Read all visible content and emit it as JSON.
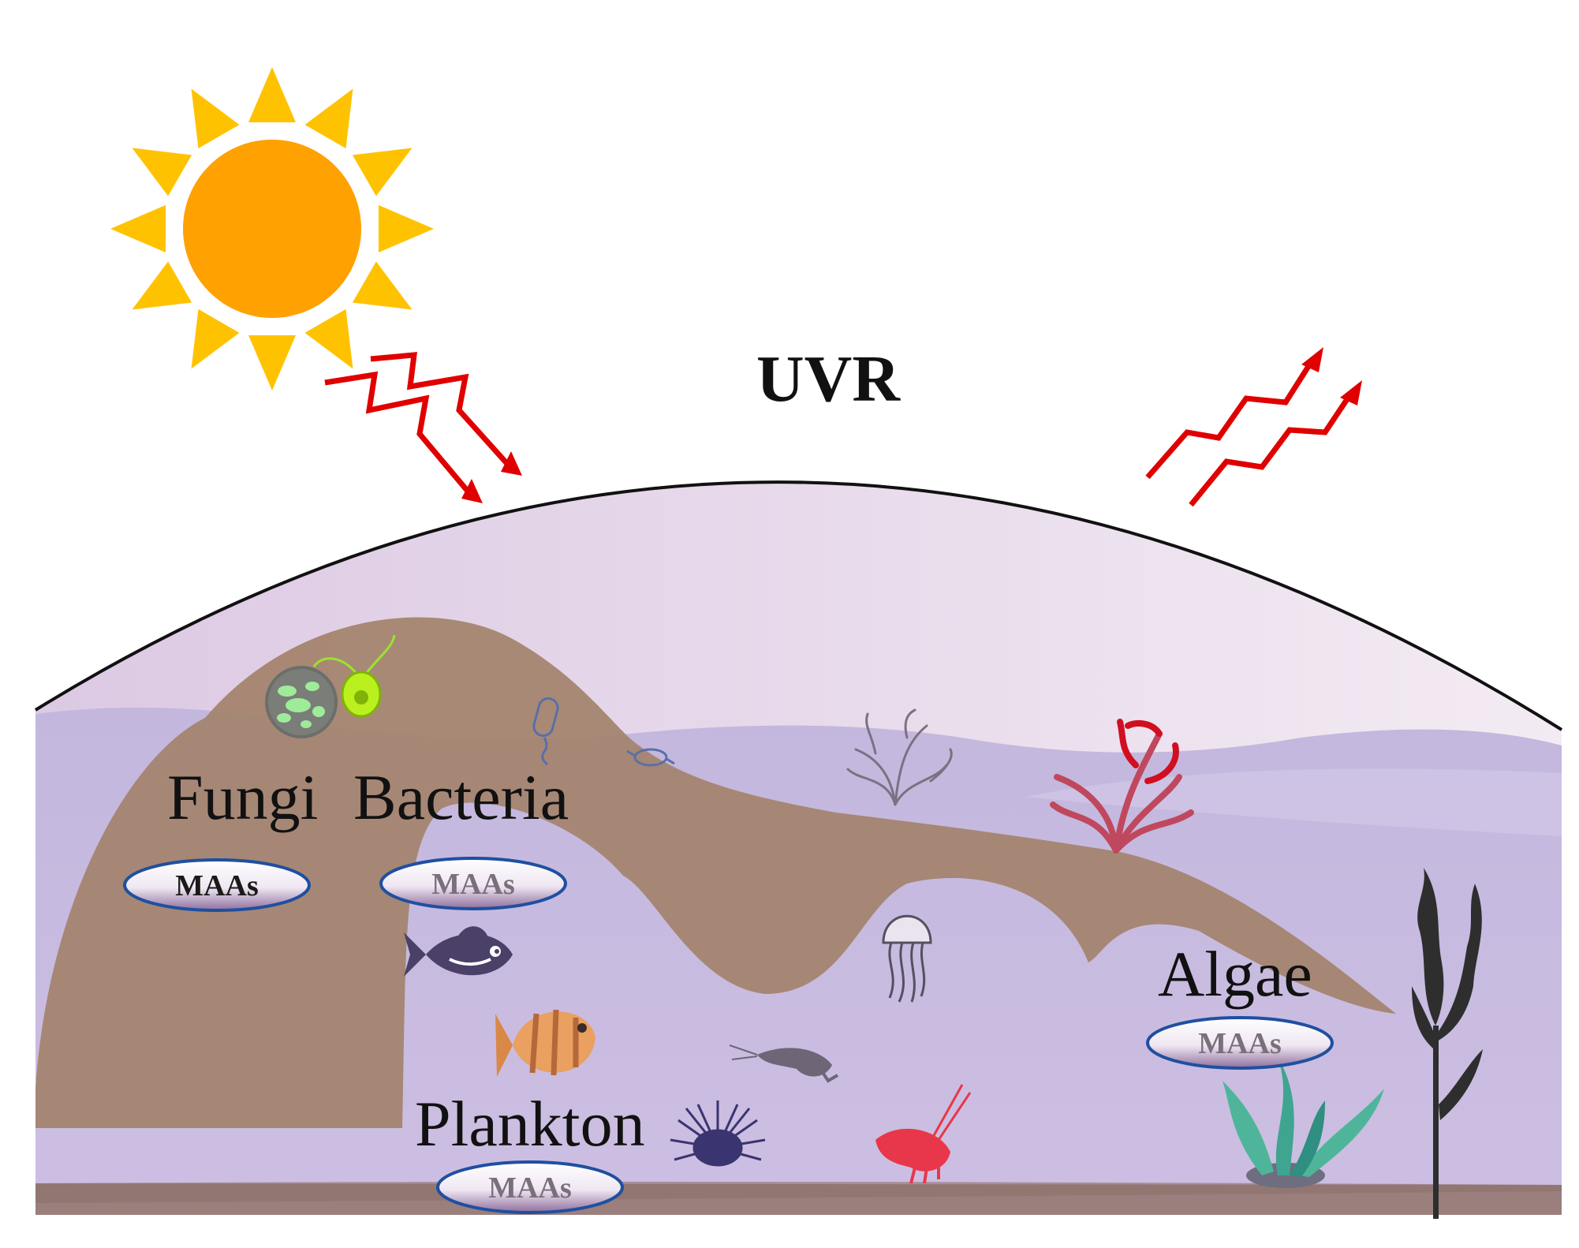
{
  "title": "UVR",
  "groups": [
    {
      "id": "fungi",
      "label": "Fungi",
      "badge": "MAAs"
    },
    {
      "id": "bacteria",
      "label": "Bacteria",
      "badge": "MAAs"
    },
    {
      "id": "algae",
      "label": "Algae",
      "badge": "MAAs"
    },
    {
      "id": "plankton",
      "label": "Plankton",
      "badge": "MAAs"
    }
  ],
  "colors": {
    "sun_core": "#FFA100",
    "sun_rays": "#FFC200",
    "uv_arrows": "#E00000",
    "sky_tint": "#EADDEC",
    "water": "#C9BDE0",
    "seabed": "#9A7F7C",
    "mountain": "#A3826B",
    "badge_border": "#1F4FA0"
  },
  "icons": [
    "sun-icon",
    "uv-arrow-in-icon",
    "uv-arrow-out-icon",
    "fungi-cell-icon",
    "green-alga-cell-icon",
    "bacterium-icon",
    "white-coral-icon",
    "red-coral-icon",
    "fish-icon",
    "striped-fish-icon",
    "jellyfish-icon",
    "shrimp-icon",
    "sea-urchin-icon",
    "red-shrimp-icon",
    "green-seaweed-icon",
    "kelp-icon"
  ]
}
